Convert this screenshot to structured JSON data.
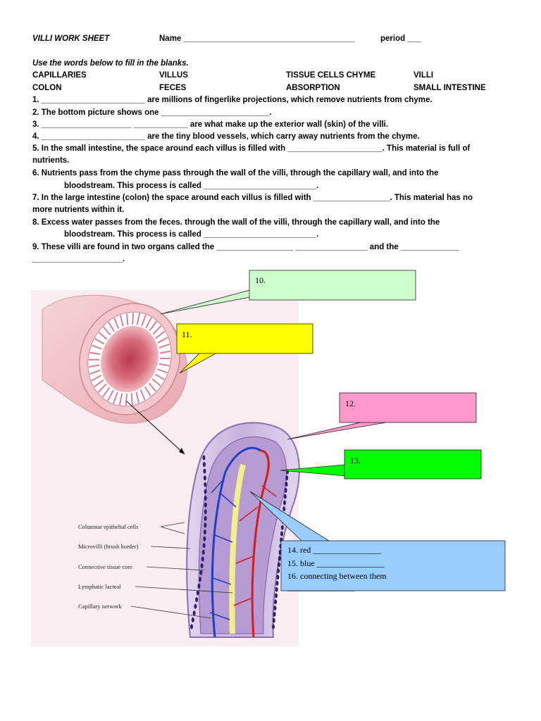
{
  "header": {
    "title": "VILLI WORK SHEET",
    "name_label": "Name ______________________________________",
    "period_label": "period ___"
  },
  "instructions": "Use the words below to fill in the blanks.",
  "word_bank": [
    [
      "CAPILLARIES",
      "VILLUS",
      "TISSUE CELLS CHYME",
      "VILLI"
    ],
    [
      "COLON",
      "FECES",
      "ABSORPTION",
      "SMALL INTESTINE"
    ]
  ],
  "questions": [
    "1. _______________________ are millions of fingerlike projections, which remove nutrients from chyme.",
    "2. The bottom picture shows one ________________________.",
    "3. ____________________ ____________ are what make up the exterior wall (skin) of the villi.",
    "4. _______________________ are the tiny blood vessels, which carry away nutrients from the chyme.",
    "5. In the small intestine, the space around each villus is filled with _____________________. This material is      full of",
    "nutrients.",
    "6. Nutrients pass from the chyme pass through the wall of the villi, through the capillary wall, and into the",
    "bloodstream. This process is called _________________________.",
    "7. In the large intestine (colon) the space around each villus is filled with _________________. This material has  no",
    "more nutrients within it.",
    "8.  Excess water passes from the feces. through the wall of the villi, through the capillary wall, and into the",
    "bloodstream. This process is called _________________________.",
    "9. These villi are found in two organs called the _________________ ________________ and the            _____________",
    "____________________."
  ],
  "callouts": {
    "c10": "10.",
    "c11": "11.",
    "c12": "12.",
    "c13": "13.",
    "c14": "14. red ________________",
    "c15": "15. blue ________________",
    "c16": "16. connecting between them",
    "c16_blank": "________________"
  },
  "figure_labels": [
    "Columnar epithelial cells",
    "Microvilli (brush border)",
    "Connective tissue core",
    "Lymphatic lacteal",
    "Capillary network"
  ],
  "colors": {
    "callout10": "#ccffcc",
    "callout11": "#ffff00",
    "callout12": "#ff99cc",
    "callout13": "#00ff00",
    "callout14": "#99ccff"
  }
}
